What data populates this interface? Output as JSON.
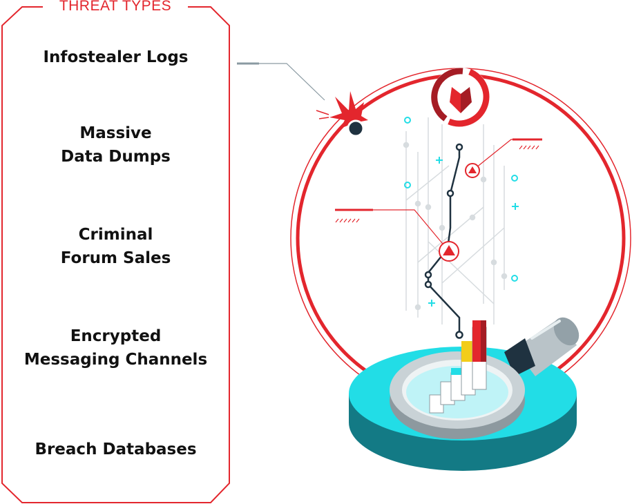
{
  "panel": {
    "title": "THREAT TYPES",
    "items": [
      {
        "line1": "Infostealer Logs"
      },
      {
        "line1": "Massive",
        "line2": "Data Dumps"
      },
      {
        "line1": "Criminal",
        "line2": "Forum Sales"
      },
      {
        "line1": "Encrypted",
        "line2": "Messaging Channels"
      },
      {
        "line1": "Breach Databases"
      }
    ]
  },
  "colors": {
    "accent": "#e3262d",
    "dark_red": "#a51c24",
    "cyan": "#22dde6",
    "teal_dark": "#137a85",
    "navy": "#1f3240"
  }
}
